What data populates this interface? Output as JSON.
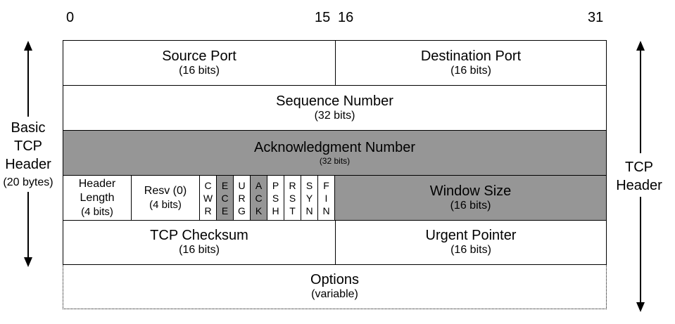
{
  "bit_labels": {
    "b0": "0",
    "b15": "15",
    "b16": "16",
    "b31": "31"
  },
  "left_label": {
    "line1": "Basic",
    "line2": "TCP",
    "line3": "Header",
    "line4": "(20 bytes)"
  },
  "right_label": {
    "line1": "TCP",
    "line2": "Header"
  },
  "fields": {
    "source_port": {
      "name": "Source Port",
      "size": "(16 bits)"
    },
    "dest_port": {
      "name": "Destination Port",
      "size": "(16 bits)"
    },
    "seq": {
      "name": "Sequence Number",
      "size": "(32 bits)"
    },
    "ack": {
      "name": "Acknowledgment Number",
      "size": "(32 bits)"
    },
    "hlen": {
      "line1": "Header",
      "line2": "Length",
      "size": "(4 bits)"
    },
    "resv": {
      "name": "Resv (0)",
      "size": "(4 bits)"
    },
    "flags": [
      {
        "chars": [
          "C",
          "W",
          "R"
        ],
        "highlight": false
      },
      {
        "chars": [
          "E",
          "C",
          "E"
        ],
        "highlight": true
      },
      {
        "chars": [
          "U",
          "R",
          "G"
        ],
        "highlight": false
      },
      {
        "chars": [
          "A",
          "C",
          "K"
        ],
        "highlight": true
      },
      {
        "chars": [
          "P",
          "S",
          "H"
        ],
        "highlight": false
      },
      {
        "chars": [
          "R",
          "S",
          "T"
        ],
        "highlight": false
      },
      {
        "chars": [
          "S",
          "Y",
          "N"
        ],
        "highlight": false
      },
      {
        "chars": [
          "F",
          "I",
          "N"
        ],
        "highlight": false
      }
    ],
    "window": {
      "name": "Window Size",
      "size": "(16 bits)"
    },
    "checksum": {
      "name": "TCP Checksum",
      "size": "(16 bits)"
    },
    "urgent": {
      "name": "Urgent Pointer",
      "size": "(16 bits)"
    },
    "options": {
      "name": "Options",
      "size": "(variable)"
    }
  },
  "colors": {
    "highlight": "#969696"
  }
}
